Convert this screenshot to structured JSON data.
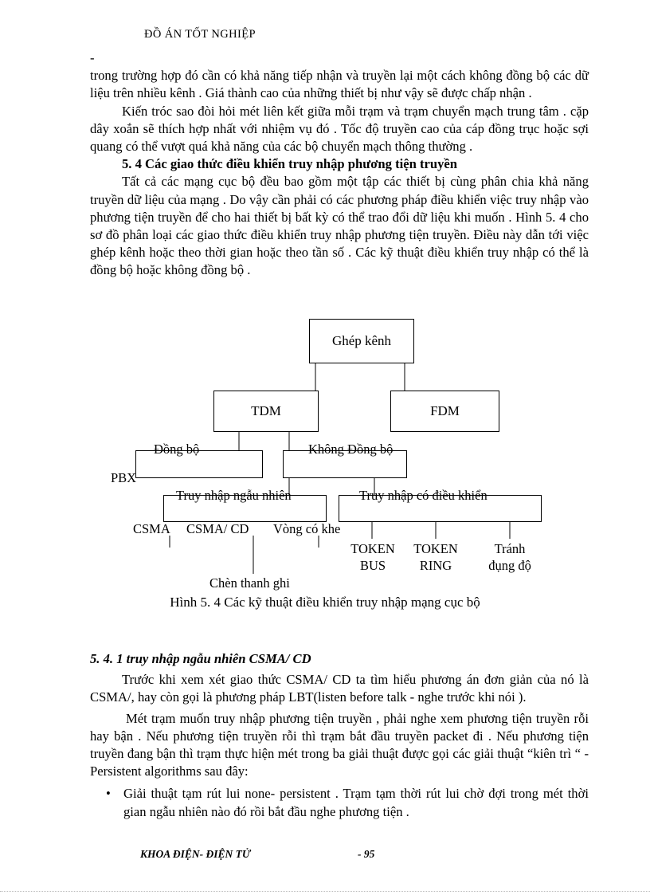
{
  "page": {
    "header": "ĐỒ ÁN TỐT NGHIỆP",
    "stray_dash": "-",
    "footer": {
      "left": "KHOA ĐIỆN- ĐIỆN TỬ",
      "page_number": "- 95"
    }
  },
  "content": {
    "p1": "trong trường hợp đó cần có khả năng tiếp nhận và truyền lại một cách không đồng bộ các dữ liệu trên nhiều kênh . Giá thành cao của những thiết bị như vậy sẽ được chấp nhận .",
    "p2": "Kiến tróc sao đòi hỏi mét liên kết giữa mỗi trạm và trạm chuyển mạch trung tâm . cặp dây xoắn sẽ thích hợp nhất với nhiệm vụ đó . Tốc độ truyền cao của cáp đồng trục hoặc sợi quang có thể vượt quá khả năng của các bộ chuyển mạch thông thường .",
    "heading_54": "5. 4 Các giao thức điều khiển truy nhập phương tiện truyền",
    "p3": "Tất cả các mạng cục bộ đều bao gồm một tập các thiết bị cùng phân chia khả năng truyền dữ liệu của mạng . Do vậy cần phải có các phương pháp điều khiển việc truy nhập vào phương tiện truyền để cho hai thiết bị bất kỳ có thể trao đổi dữ liệu khi muốn . Hình 5. 4 cho sơ đồ phân loại các giao thức điều khiển truy nhập phương tiện truyền. Điều này dẫn tới việc ghép kênh hoặc theo thời gian hoặc theo tần số .  Các kỹ thuật điều khiển truy nhập có thể là đồng bộ hoặc không đồng bộ .",
    "figure_caption": "Hình 5. 4 Các kỹ thuật điều khiển truy nhập mạng cục bộ",
    "heading_541": "5. 4. 1 truy nhập ngẫu nhiên CSMA/ CD",
    "p4": "Trước khi xem xét giao thức CSMA/ CD ta tìm hiểu phương án đơn giản của nó là CSMA/, hay còn gọi là phương pháp LBT(listen before talk - nghe trước khi nói ).",
    "p5": "Mét trạm muốn truy nhập phương tiện truyền , phải nghe xem phương tiện truyền rỗi hay bận . Nếu phương tiện truyền rỗi thì trạm bắt đầu truyền packet đi . Nếu phương tiện truyền đang bận thì trạm thực hiện mét trong ba giải thuật được gọi các giải thuật “kiên trì “ - Persistent algorithms sau đây:",
    "bullet": {
      "marker": "•",
      "text": "Giải thuật tạm rút lui none- persistent . Trạm tạm thời rút lui chờ đợi trong mét thời gian ngẫu nhiên nào đó rồi bắt đầu nghe phương tiện ."
    }
  },
  "diagram": {
    "nodes": {
      "ghep_kenh": "Ghép kênh",
      "tdm": "TDM",
      "fdm": "FDM",
      "dong_bo": "Đồng bộ",
      "khong_dong_bo": "Không Đồng bộ",
      "pbx": "PBX",
      "truy_nhap_ngau_nhien": "Truy nhập ngẫu nhiên",
      "truy_nhap_co_dieu_khien": "Truy nhập có điều khiển",
      "csma": "CSMA",
      "csma_cd": "CSMA/ CD",
      "vong_co_khe": "Vòng có khe",
      "token_bus": "TOKEN BUS",
      "token_ring": "TOKEN RING",
      "tranh_dung_do": "Tránh đụng độ",
      "chen_thanh_ghi": "Chèn thanh ghi"
    }
  }
}
